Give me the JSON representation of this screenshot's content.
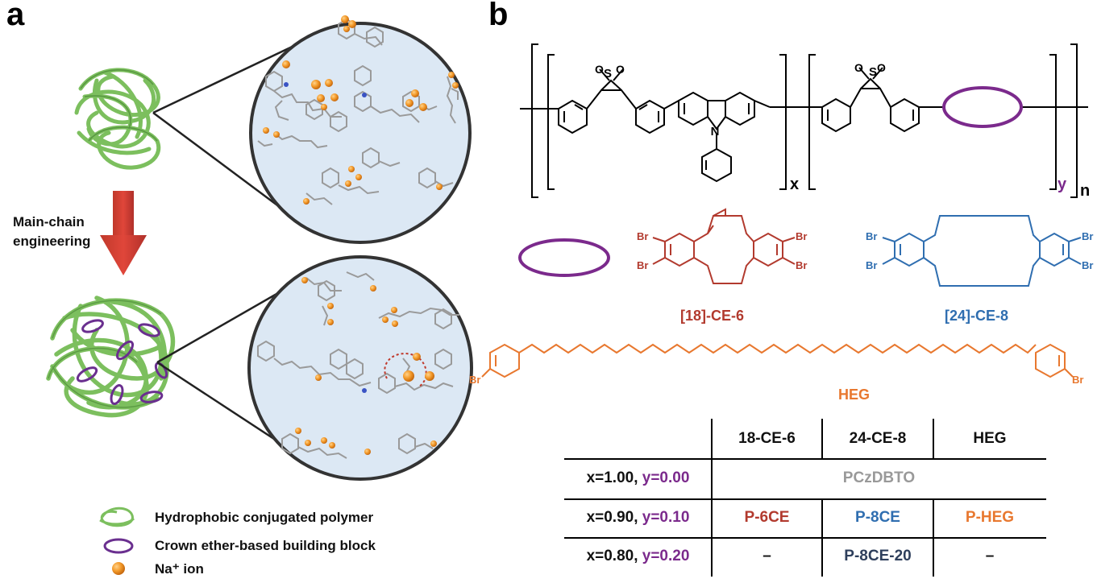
{
  "panels": {
    "a": "a",
    "b": "b"
  },
  "arrow_label": {
    "line1": "Main-chain",
    "line2": "engineering"
  },
  "legend": {
    "polymer": "Hydrophobic conjugated polymer",
    "crown": "Crown ether-based building block",
    "na": "Na⁺ ion"
  },
  "structure": {
    "x_sub": "x",
    "y_sub": "y",
    "n_sub": "n",
    "sulfonyl_S": "S",
    "oxygen": "O",
    "nitrogen": "N",
    "bromine": "Br"
  },
  "labels": {
    "ce18": "[18]-CE-6",
    "ce24": "[24]-CE-8",
    "heg": "HEG"
  },
  "colors": {
    "ce18": "#b23a2e",
    "ce24": "#2f6eb0",
    "heg": "#e8782f",
    "purple": "#7b2a8c",
    "gray": "#999999",
    "navy": "#2e3f5c",
    "polymer": "#7cbf5e",
    "sphere_bg": "#dce8f4"
  },
  "table": {
    "headers": [
      "18-CE-6",
      "24-CE-8",
      "HEG"
    ],
    "rows": [
      {
        "x": "x=1.00, ",
        "y": "y=0.00",
        "cells": [
          "PCzDBTO"
        ]
      },
      {
        "x": "x=0.90, ",
        "y": "y=0.10",
        "cells": [
          "P-6CE",
          "P-8CE",
          "P-HEG"
        ]
      },
      {
        "x": "x=0.80, ",
        "y": "y=0.20",
        "cells": [
          "–",
          "P-8CE-20",
          "–"
        ]
      }
    ]
  }
}
